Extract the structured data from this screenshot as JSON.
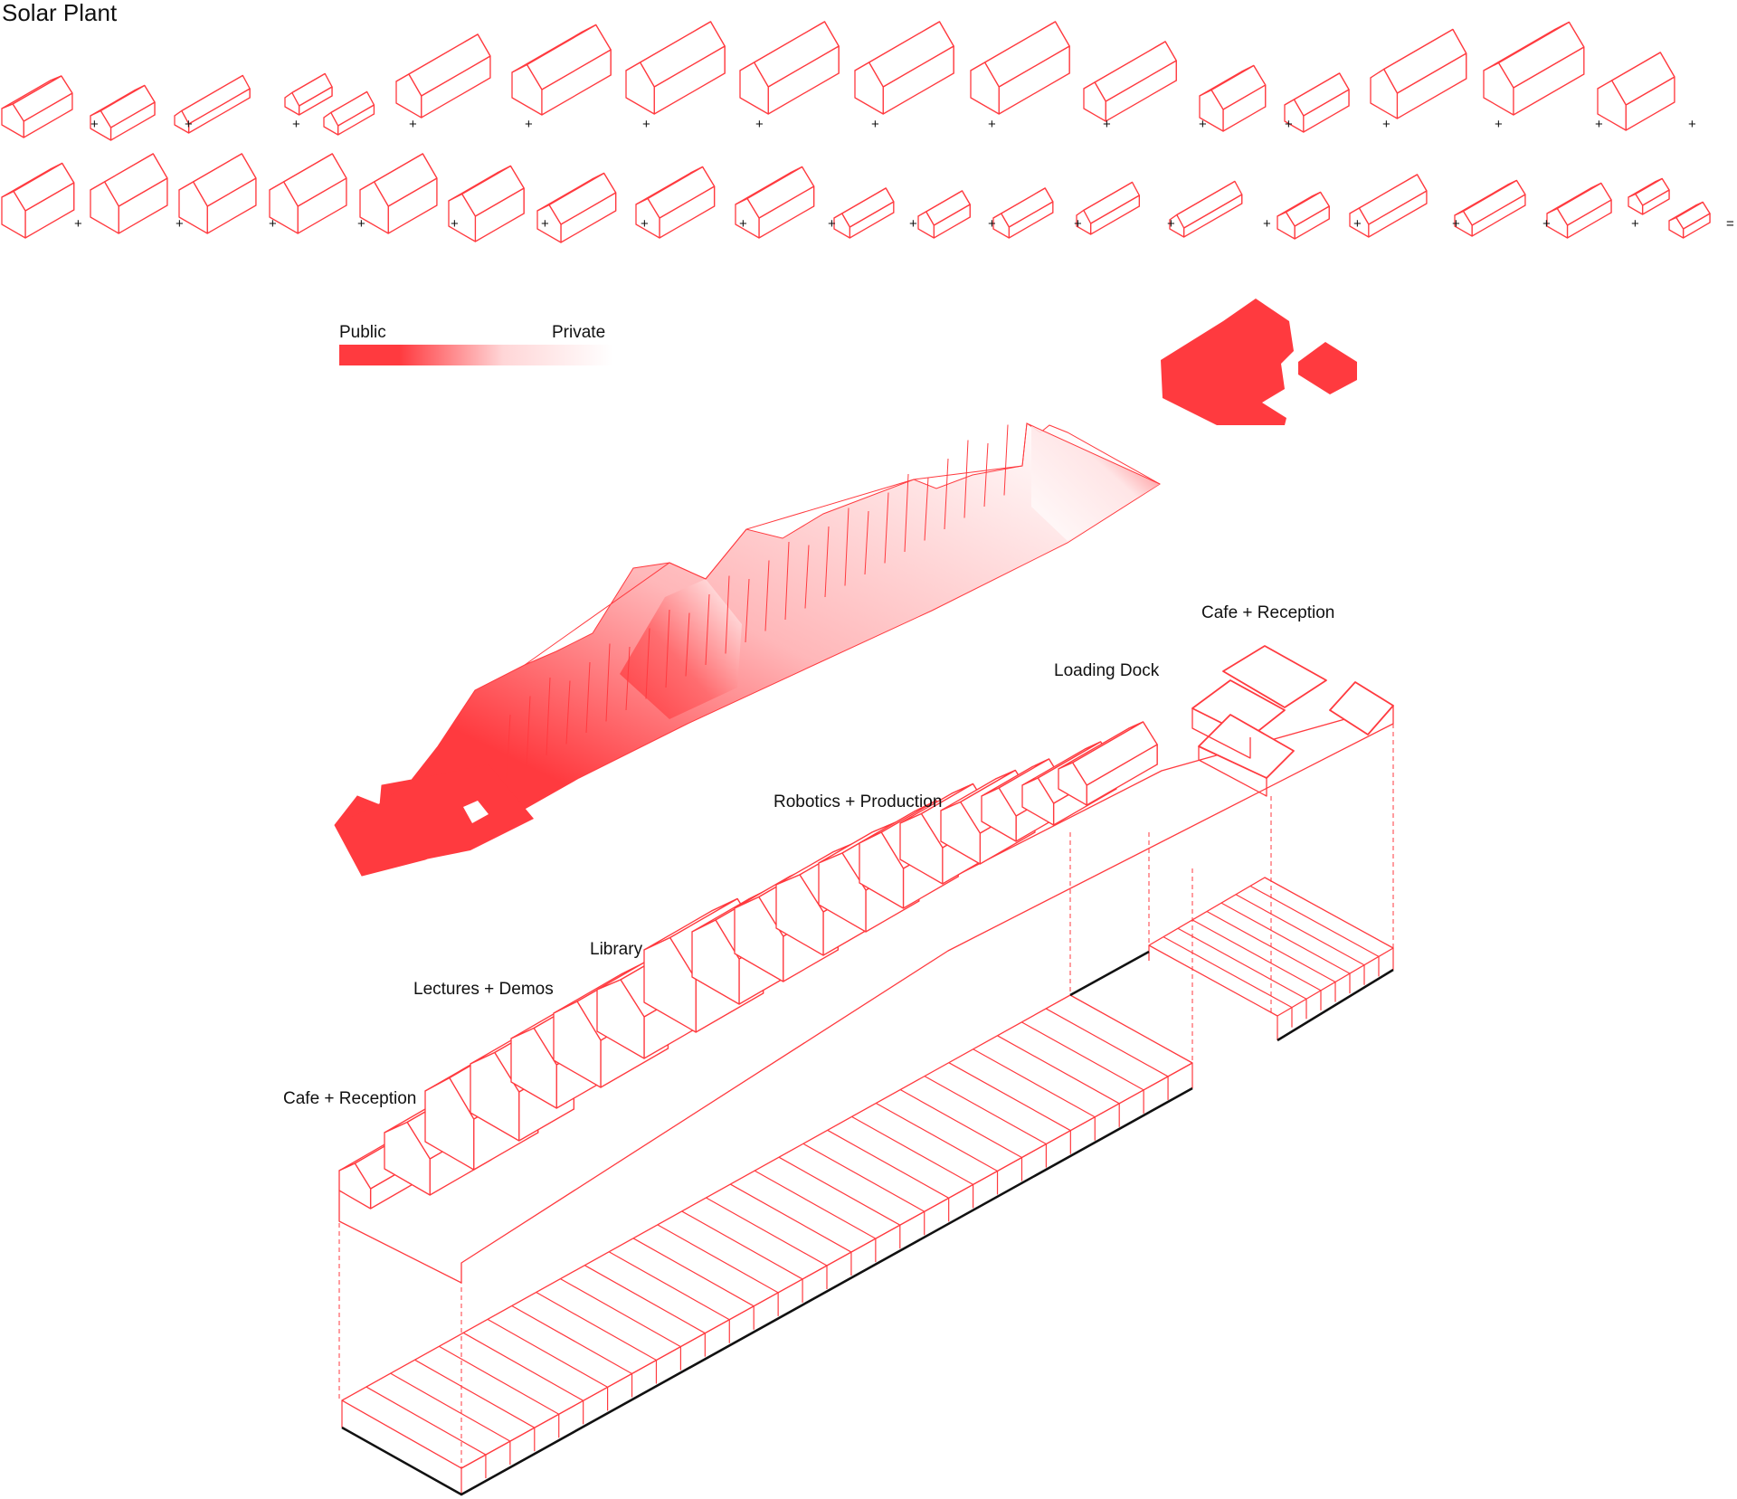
{
  "title": "Solar Plant",
  "legend": {
    "left_label": "Public",
    "right_label": "Private",
    "gradient_from": "#ff3a3f",
    "gradient_to": "#ffffff"
  },
  "colors": {
    "accent": "#ff3a3f",
    "ink": "#111111",
    "background": "#ffffff"
  },
  "operators": {
    "plus": "+",
    "equals": "="
  },
  "program_labels": {
    "cafe_reception_top": "Cafe + Reception",
    "loading_dock": "Loading Dock",
    "robotics_production": "Robotics + Production",
    "library": "Library",
    "lectures_demos": "Lectures + Demos",
    "cafe_reception_bottom": "Cafe + Reception"
  }
}
